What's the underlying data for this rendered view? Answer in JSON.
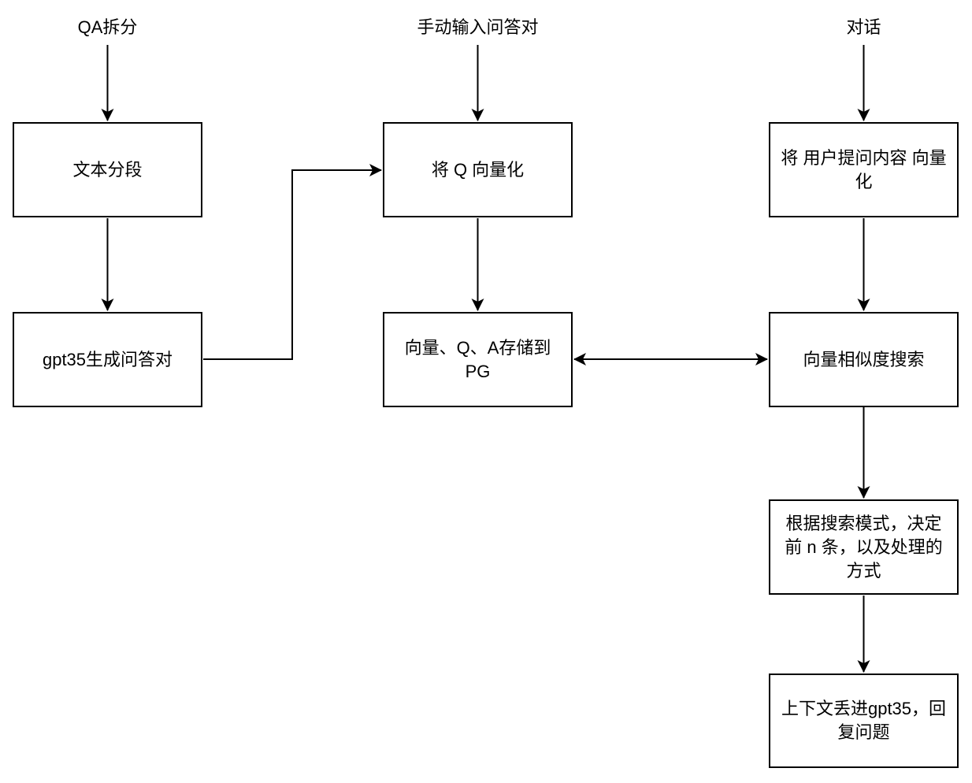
{
  "diagram": {
    "background_color": "#ffffff",
    "stroke_color": "#000000",
    "text_color": "#000000",
    "entry_labels": [
      {
        "id": "qa-split",
        "text": "QA拆分"
      },
      {
        "id": "manual-qa-input",
        "text": "手动输入问答对"
      },
      {
        "id": "dialog",
        "text": "对话"
      }
    ],
    "nodes": [
      {
        "id": "text-segmentation",
        "text": "文本分段"
      },
      {
        "id": "gpt35-generate-qa",
        "text": "gpt35生成问答对"
      },
      {
        "id": "vectorize-q",
        "text": "将 Q 向量化"
      },
      {
        "id": "store-to-pg",
        "text": "向量、Q、A存储到\nPG"
      },
      {
        "id": "vectorize-user-question",
        "text": "将 用户提问内容 向量\n化"
      },
      {
        "id": "vector-similarity-search",
        "text": "向量相似度搜索"
      },
      {
        "id": "search-mode-decision",
        "text": "根据搜索模式，决定\n前 n 条，以及处理的\n方式"
      },
      {
        "id": "gpt35-answer",
        "text": "上下文丢进gpt35，回\n复问题"
      }
    ],
    "connectors": [
      {
        "from": "qa-split",
        "to": "text-segmentation",
        "bidirectional": false
      },
      {
        "from": "text-segmentation",
        "to": "gpt35-generate-qa",
        "bidirectional": false
      },
      {
        "from": "gpt35-generate-qa",
        "to": "vectorize-q",
        "bidirectional": false
      },
      {
        "from": "manual-qa-input",
        "to": "vectorize-q",
        "bidirectional": false
      },
      {
        "from": "vectorize-q",
        "to": "store-to-pg",
        "bidirectional": false
      },
      {
        "from": "store-to-pg",
        "to": "vector-similarity-search",
        "bidirectional": true
      },
      {
        "from": "dialog",
        "to": "vectorize-user-question",
        "bidirectional": false
      },
      {
        "from": "vectorize-user-question",
        "to": "vector-similarity-search",
        "bidirectional": false
      },
      {
        "from": "vector-similarity-search",
        "to": "search-mode-decision",
        "bidirectional": false
      },
      {
        "from": "search-mode-decision",
        "to": "gpt35-answer",
        "bidirectional": false
      }
    ]
  }
}
